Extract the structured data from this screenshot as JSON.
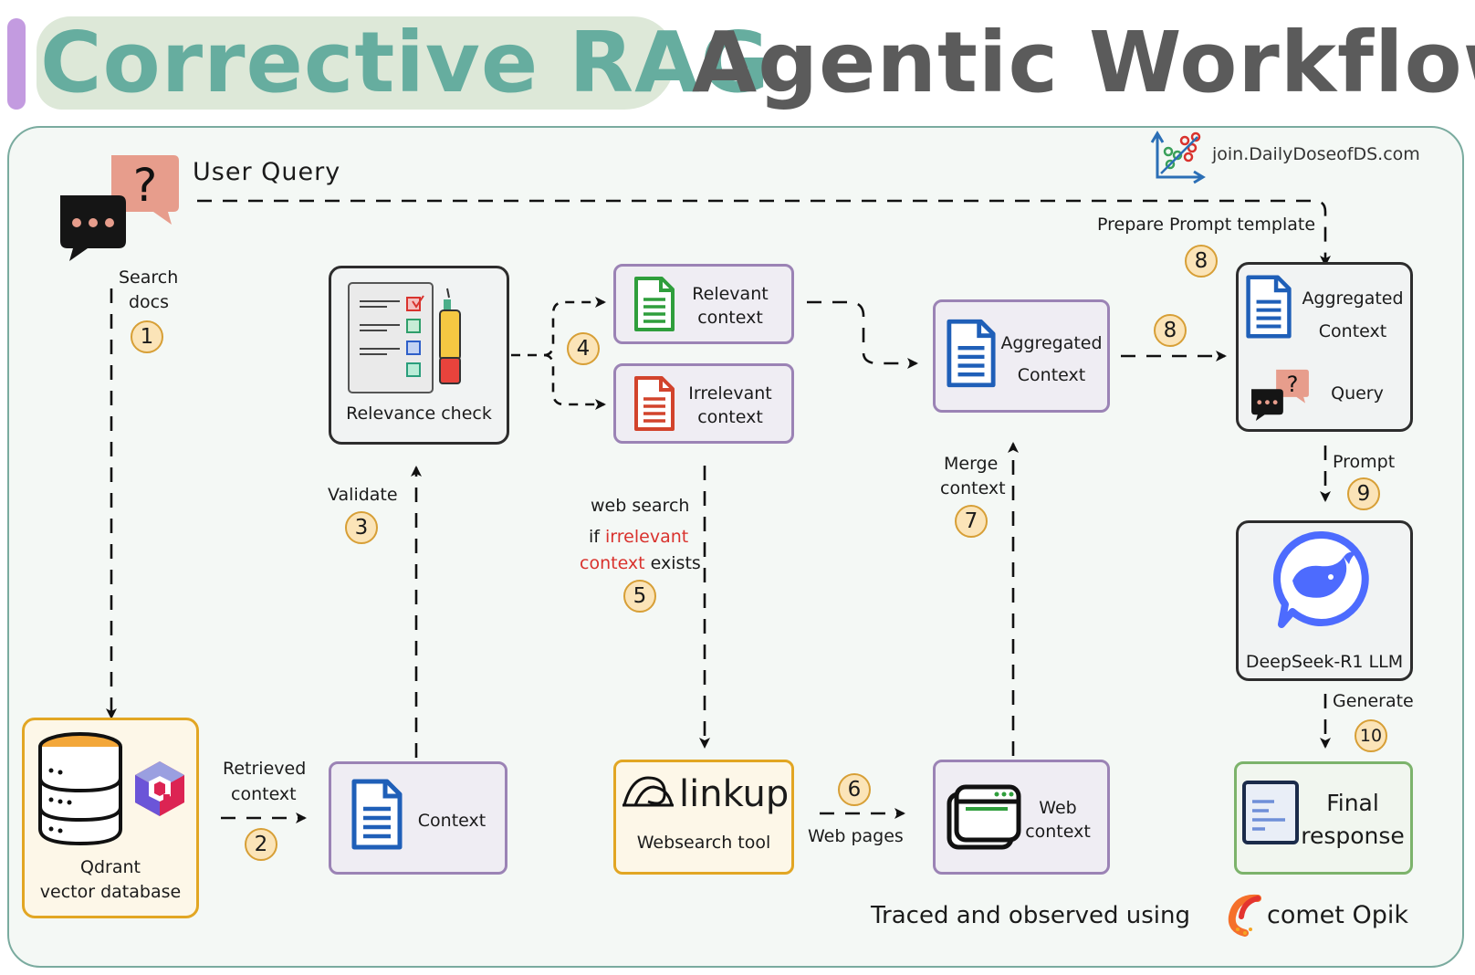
{
  "title": {
    "part1": "Corrective RAG",
    "part2": "Agentic Workflow"
  },
  "brand": {
    "text": "join.DailyDoseofDS.com"
  },
  "user_query": {
    "label": "User Query"
  },
  "steps": {
    "s1": {
      "label_line1": "Search",
      "label_line2": "docs",
      "num": "1"
    },
    "s2": {
      "label_line1": "Retrieved",
      "label_line2": "context",
      "num": "2"
    },
    "s3": {
      "label": "Validate",
      "num": "3"
    },
    "s4": {
      "num": "4"
    },
    "s5": {
      "line1": "web search",
      "line2_a": "if ",
      "line2_b": "irrelevant",
      "line3_a": "context",
      "line3_b": " exists",
      "num": "5"
    },
    "s6": {
      "label": "Web pages",
      "num": "6"
    },
    "s7": {
      "label_line1": "Merge",
      "label_line2": "context",
      "num": "7"
    },
    "s8a": {
      "label": "Prepare Prompt template",
      "num": "8"
    },
    "s8b": {
      "num": "8"
    },
    "s9": {
      "label": "Prompt",
      "num": "9"
    },
    "s10": {
      "label": "Generate",
      "num": "10"
    }
  },
  "nodes": {
    "qdrant": {
      "line1": "Qdrant",
      "line2": "vector database"
    },
    "context": {
      "label": "Context"
    },
    "relevance": {
      "label": "Relevance check"
    },
    "relevant": {
      "line1": "Relevant",
      "line2": "context"
    },
    "irrelevant": {
      "line1": "Irrelevant",
      "line2": "context"
    },
    "linkup": {
      "logo": "linkup",
      "label": "Websearch tool"
    },
    "web_context": {
      "line1": "Web",
      "line2": "context"
    },
    "aggregated_mid": {
      "line1": "Aggregated",
      "line2": "Context"
    },
    "aggregated_right": {
      "line1": "Aggregated",
      "line2": "Context",
      "line3": "Query"
    },
    "llm": {
      "label": "DeepSeek-R1 LLM"
    },
    "final": {
      "line1": "Final",
      "line2": "response"
    }
  },
  "footer": {
    "text": "Traced and observed using",
    "brand": "comet Opik"
  },
  "colors": {
    "title_green": "#66ad9f",
    "title_gray": "#5b5b5b",
    "accent_purple": "#9b83b5",
    "doc_blue": "#1f5fb8",
    "doc_green": "#2f9e3c",
    "doc_red": "#d2432c",
    "gold": "#e2a623",
    "deepseek_blue": "#4d6bfe"
  },
  "icons": [
    "chat-query-icon",
    "document-icon",
    "checklist-icon",
    "database-icon",
    "qdrant-logo-icon",
    "linkup-logo-icon",
    "browser-window-icon",
    "deepseek-whale-icon",
    "comet-logo-icon",
    "dailydose-logo-icon"
  ]
}
